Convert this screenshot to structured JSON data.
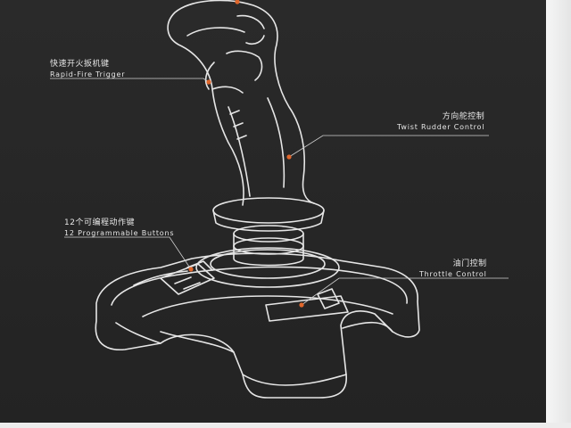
{
  "callouts": {
    "rapid_fire": {
      "zh": "快速开火扳机键",
      "en": "Rapid-Fire Trigger"
    },
    "twist_rudder": {
      "zh": "方向舵控制",
      "en": "Twist Rudder Control"
    },
    "programmable": {
      "zh": "12个可编程动作键",
      "en": "12 Programmable Buttons"
    },
    "throttle": {
      "zh": "油门控制",
      "en": "Throttle Control"
    }
  },
  "colors": {
    "background": "#262626",
    "line_art": "#e6e6e6",
    "accent_dot": "#e0672c",
    "box_edge": "#e9eaea"
  }
}
